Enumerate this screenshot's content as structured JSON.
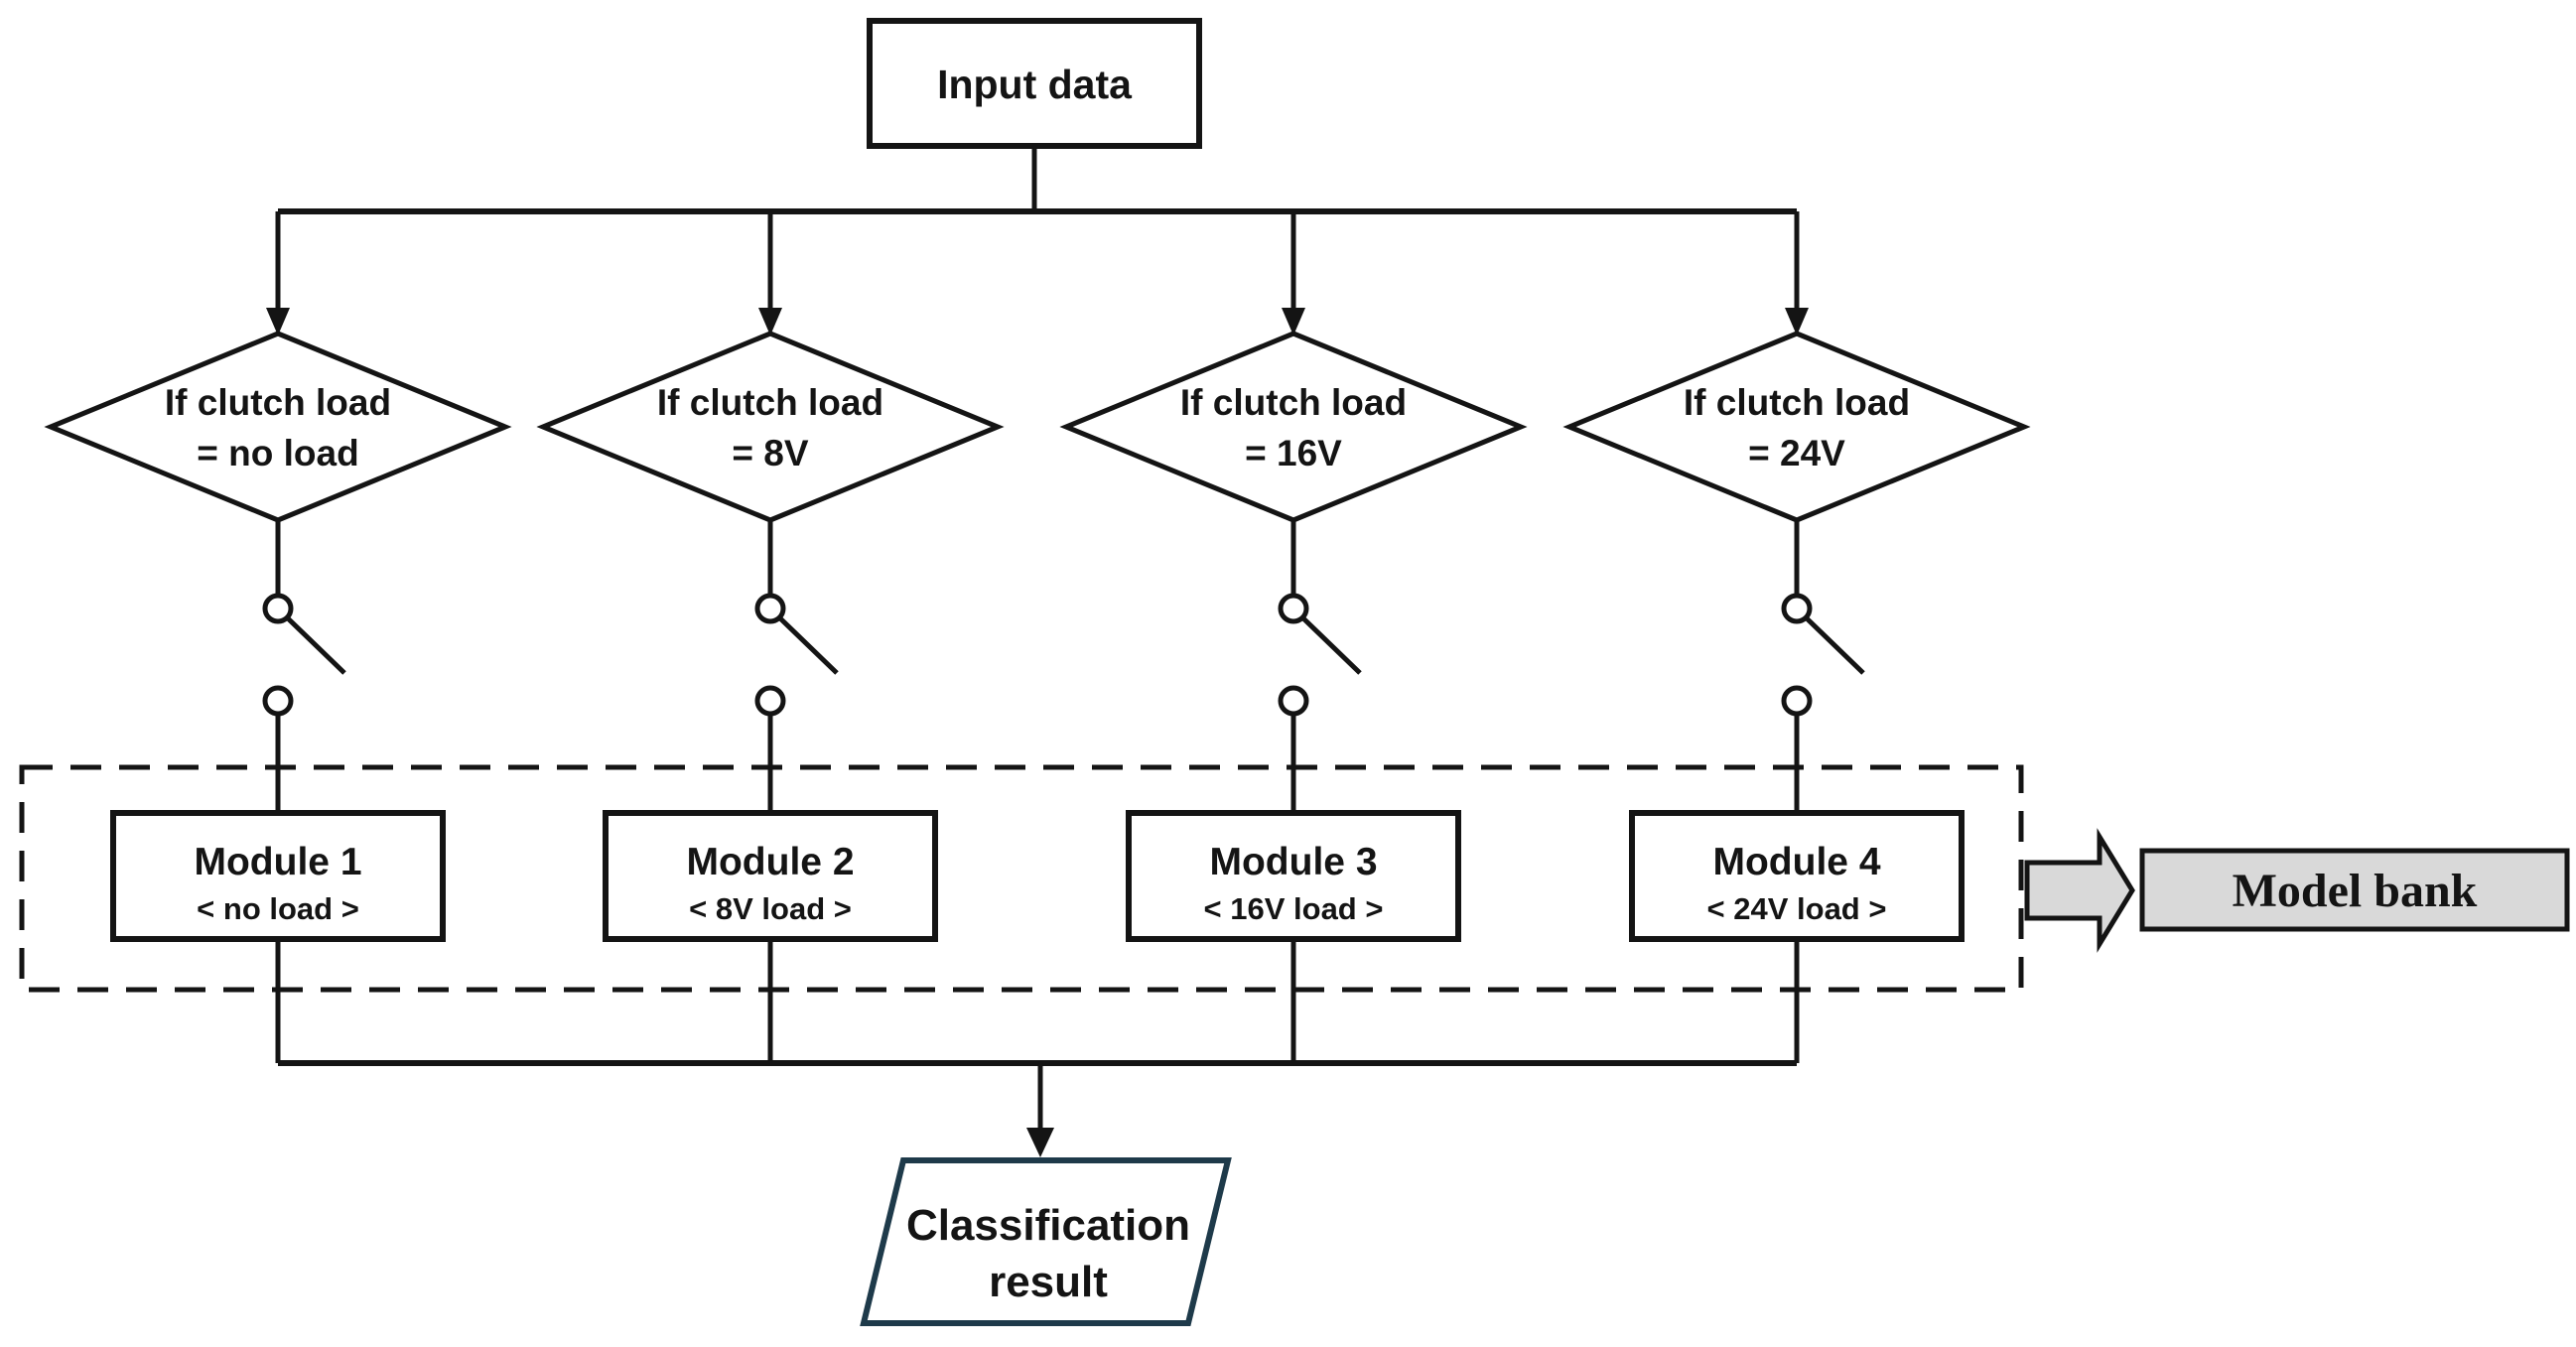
{
  "input_node": {
    "label": "Input data"
  },
  "columns": [
    {
      "condition_line1": "If clutch load",
      "condition_line2": "= no load",
      "module_name": "Module 1",
      "module_load": "< no load >"
    },
    {
      "condition_line1": "If clutch load",
      "condition_line2": "= 8V",
      "module_name": "Module 2",
      "module_load": "< 8V load >"
    },
    {
      "condition_line1": "If clutch load",
      "condition_line2": "= 16V",
      "module_name": "Module 3",
      "module_load": "< 16V load >"
    },
    {
      "condition_line1": "If clutch load",
      "condition_line2": "= 24V",
      "module_name": "Module 4",
      "module_load": "< 24V load >"
    }
  ],
  "classification": {
    "line1": "Classification",
    "line2": "result",
    "stroke": "#1e3a4a"
  },
  "model_bank": {
    "label": "Model bank",
    "fill": "#d9d9d9"
  },
  "colors": {
    "line": "#141414",
    "background": "#ffffff"
  }
}
